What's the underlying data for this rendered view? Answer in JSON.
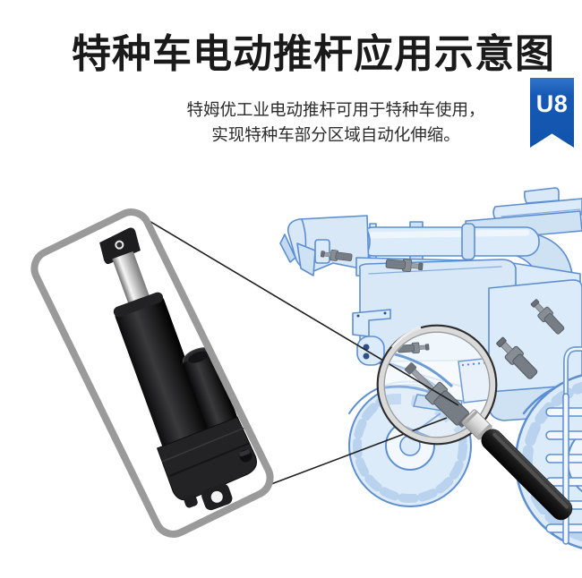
{
  "page": {
    "background": "#ffffff"
  },
  "header": {
    "title": "特种车电动推杆应用示意图",
    "subtitle_line1": "特姆优工业电动推杆可用于特种车使用，",
    "subtitle_line2": "实现特种车部分区域自动化伸缩。"
  },
  "corner_badge": {
    "label": "U8"
  },
  "colors": {
    "badge_blue": "#1659b5",
    "badge_blue_light": "#2f74c9",
    "title_color": "#1a1a1a",
    "subtitle_color": "#2b2b2b",
    "product_box_border": "#9a9a9a",
    "vehicle_fill": "#d8e8f7",
    "vehicle_fill_dark": "#c3d9f0",
    "vehicle_stroke": "#5d8ed2",
    "actuator_icon_gray": "#767d85",
    "callout_line": "#1f1f1f",
    "magnifier_handle": "#141414"
  },
  "figure": {
    "product_photo": "linear-actuator-product-photo",
    "vehicle_illustration": "special-vehicle-combine-line-art",
    "magnifier": "magnifying-glass",
    "callout": "zoom-callout-lines"
  }
}
